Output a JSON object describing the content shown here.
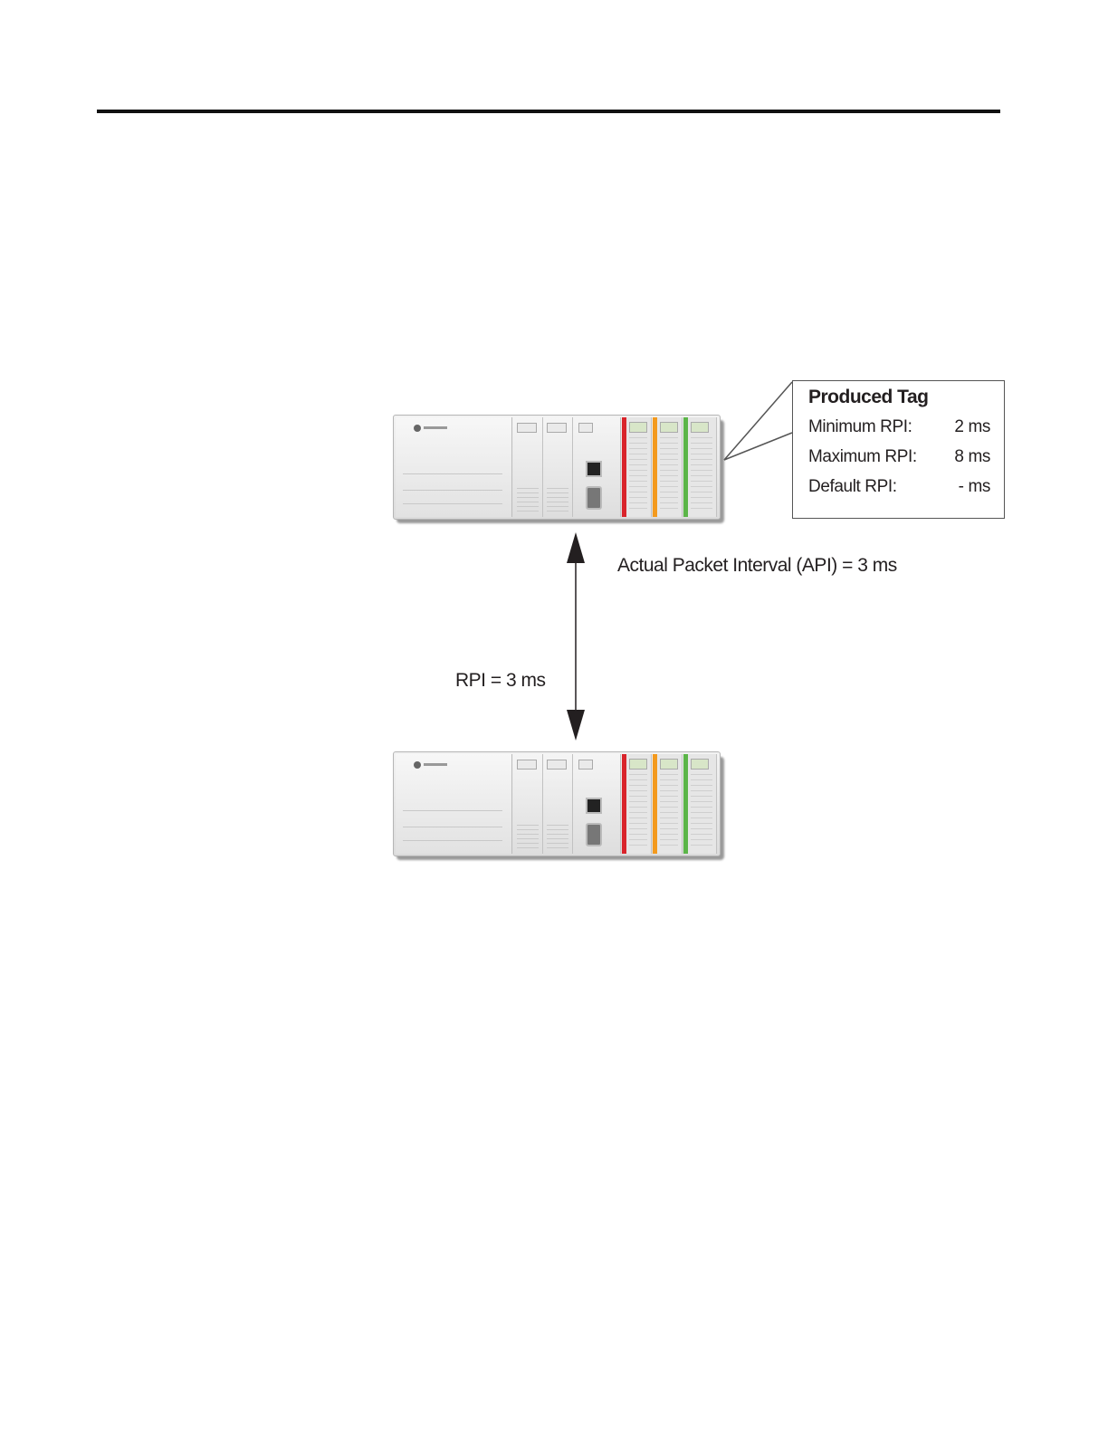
{
  "callout": {
    "title": "Produced Tag",
    "rows": [
      {
        "label": "Minimum RPI:",
        "value": "2 ms"
      },
      {
        "label": "Maximum RPI:",
        "value": "8 ms"
      },
      {
        "label": "Default RPI:",
        "value": "- ms"
      }
    ]
  },
  "labels": {
    "api": "Actual Packet Interval (API) = 3 ms",
    "rpi": "RPI = 3 ms"
  },
  "colors": {
    "io_red": "#d9242b",
    "io_orange": "#f39a1e",
    "io_green": "#5bb548",
    "line": "#231f20"
  }
}
